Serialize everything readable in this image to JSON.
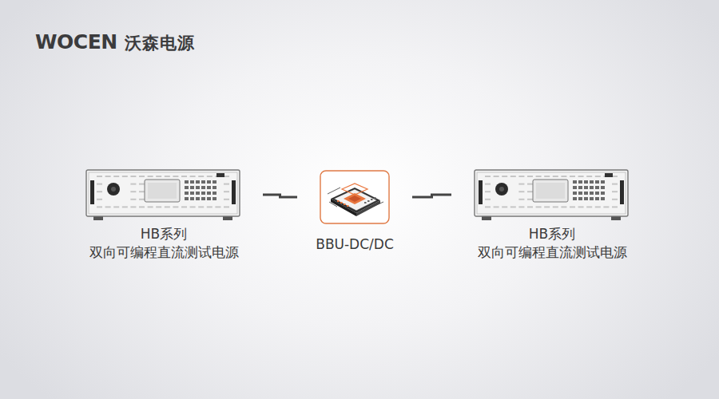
{
  "diagram": {
    "nodes": [
      {
        "text": [
          "HB系列",
          "双向可编程直流测试电源"
        ]
      },
      {
        "text": [
          "BBU-DC/DC"
        ]
      },
      {
        "text": [
          "HB系列",
          "双向可编程直流测试电源"
        ]
      }
    ],
    "edges": [
      {
        "from": 0,
        "to": 1,
        "arrow": "none"
      },
      {
        "from": 1,
        "to": 2,
        "arrow": "none"
      }
    ],
    "labels": [
      "WOCEN",
      "沃森电源"
    ]
  }
}
